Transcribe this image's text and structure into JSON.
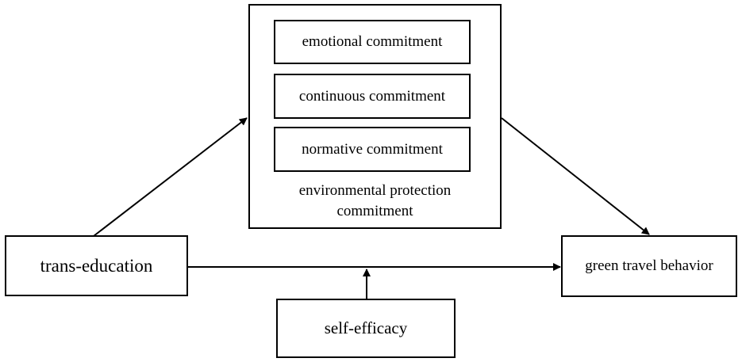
{
  "diagram": {
    "mediator": {
      "items": [
        "emotional commitment",
        "continuous commitment",
        "normative commitment"
      ],
      "caption_line1": "environmental protection",
      "caption_line2": "commitment"
    },
    "independent": "trans-education",
    "dependent": "green travel behavior",
    "moderator": "self-efficacy"
  }
}
